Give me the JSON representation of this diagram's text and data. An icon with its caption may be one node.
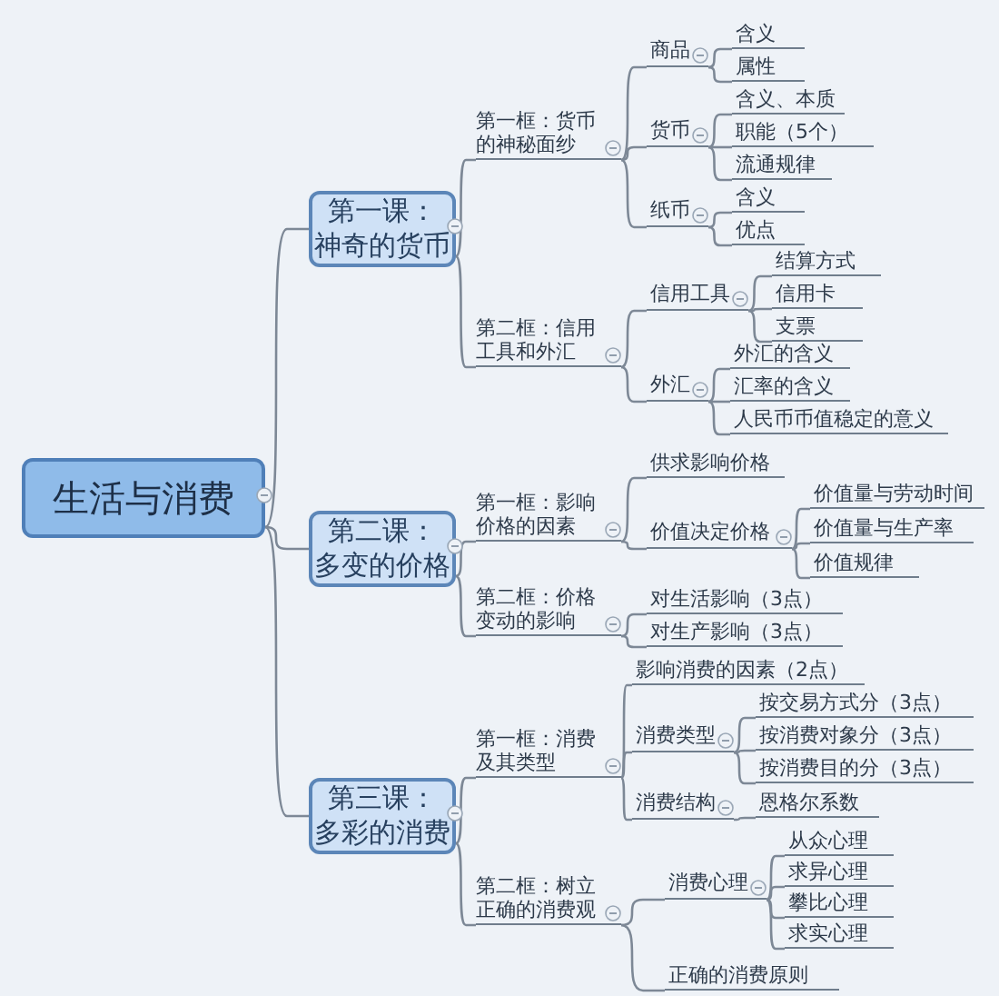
{
  "diagram": {
    "nodes": [
      {
        "text": [
          "生活与消费"
        ]
      },
      {
        "text": [
          "第一课：",
          "神奇的货币"
        ]
      },
      {
        "text": [
          "第一框：货币的神秘面纱"
        ]
      },
      {
        "text": [
          "商品"
        ]
      },
      {
        "text": [
          "含义"
        ]
      },
      {
        "text": [
          "属性"
        ]
      },
      {
        "text": [
          "货币"
        ]
      },
      {
        "text": [
          "含义、本质"
        ]
      },
      {
        "text": [
          "职能（5个）"
        ]
      },
      {
        "text": [
          "流通规律"
        ]
      },
      {
        "text": [
          "纸币"
        ]
      },
      {
        "text": [
          "含义"
        ]
      },
      {
        "text": [
          "优点"
        ]
      },
      {
        "text": [
          "第二框：信用工具和外汇"
        ]
      },
      {
        "text": [
          "信用工具"
        ]
      },
      {
        "text": [
          "结算方式"
        ]
      },
      {
        "text": [
          "信用卡"
        ]
      },
      {
        "text": [
          "支票"
        ]
      },
      {
        "text": [
          "外汇"
        ]
      },
      {
        "text": [
          "外汇的含义"
        ]
      },
      {
        "text": [
          "汇率的含义"
        ]
      },
      {
        "text": [
          "人民币币值稳定的意义"
        ]
      },
      {
        "text": [
          "第二课：",
          "多变的价格"
        ]
      },
      {
        "text": [
          "第一框：影响价格的因素"
        ]
      },
      {
        "text": [
          "供求影响价格"
        ]
      },
      {
        "text": [
          "价值决定价格"
        ]
      },
      {
        "text": [
          "价值量与劳动时间"
        ]
      },
      {
        "text": [
          "价值量与生产率"
        ]
      },
      {
        "text": [
          "价值规律"
        ]
      },
      {
        "text": [
          "第二框：价格变动的影响"
        ]
      },
      {
        "text": [
          "对生活影响（3点）"
        ]
      },
      {
        "text": [
          "对生产影响（3点）"
        ]
      },
      {
        "text": [
          "第三课：",
          "多彩的消费"
        ]
      },
      {
        "text": [
          "第一框：消费及其类型"
        ]
      },
      {
        "text": [
          "影响消费的因素（2点）"
        ]
      },
      {
        "text": [
          "消费类型"
        ]
      },
      {
        "text": [
          "按交易方式分（3点）"
        ]
      },
      {
        "text": [
          "按消费对象分（3点）"
        ]
      },
      {
        "text": [
          "按消费目的分（3点）"
        ]
      },
      {
        "text": [
          "消费结构"
        ]
      },
      {
        "text": [
          "恩格尔系数"
        ]
      },
      {
        "text": [
          "第二框：树立正确的消费观"
        ]
      },
      {
        "text": [
          "消费心理"
        ]
      },
      {
        "text": [
          "从众心理"
        ]
      },
      {
        "text": [
          "求异心理"
        ]
      },
      {
        "text": [
          "攀比心理"
        ]
      },
      {
        "text": [
          "求实心理"
        ]
      },
      {
        "text": [
          "正确的消费原则"
        ]
      }
    ],
    "edges": [
      {
        "from": 0,
        "to": 1,
        "arrow": "none"
      },
      {
        "from": 1,
        "to": 2,
        "arrow": "none"
      },
      {
        "from": 2,
        "to": 3,
        "arrow": "none"
      },
      {
        "from": 3,
        "to": 4,
        "arrow": "none"
      },
      {
        "from": 3,
        "to": 5,
        "arrow": "none"
      },
      {
        "from": 2,
        "to": 6,
        "arrow": "none"
      },
      {
        "from": 6,
        "to": 7,
        "arrow": "none"
      },
      {
        "from": 6,
        "to": 8,
        "arrow": "none"
      },
      {
        "from": 6,
        "to": 9,
        "arrow": "none"
      },
      {
        "from": 2,
        "to": 10,
        "arrow": "none"
      },
      {
        "from": 10,
        "to": 11,
        "arrow": "none"
      },
      {
        "from": 10,
        "to": 12,
        "arrow": "none"
      },
      {
        "from": 1,
        "to": 13,
        "arrow": "none"
      },
      {
        "from": 13,
        "to": 14,
        "arrow": "none"
      },
      {
        "from": 14,
        "to": 15,
        "arrow": "none"
      },
      {
        "from": 14,
        "to": 16,
        "arrow": "none"
      },
      {
        "from": 14,
        "to": 17,
        "arrow": "none"
      },
      {
        "from": 13,
        "to": 18,
        "arrow": "none"
      },
      {
        "from": 18,
        "to": 19,
        "arrow": "none"
      },
      {
        "from": 18,
        "to": 20,
        "arrow": "none"
      },
      {
        "from": 18,
        "to": 21,
        "arrow": "none"
      },
      {
        "from": 0,
        "to": 22,
        "arrow": "none"
      },
      {
        "from": 22,
        "to": 23,
        "arrow": "none"
      },
      {
        "from": 23,
        "to": 24,
        "arrow": "none"
      },
      {
        "from": 23,
        "to": 25,
        "arrow": "none"
      },
      {
        "from": 25,
        "to": 26,
        "arrow": "none"
      },
      {
        "from": 25,
        "to": 27,
        "arrow": "none"
      },
      {
        "from": 25,
        "to": 28,
        "arrow": "none"
      },
      {
        "from": 22,
        "to": 29,
        "arrow": "none"
      },
      {
        "from": 29,
        "to": 30,
        "arrow": "none"
      },
      {
        "from": 29,
        "to": 31,
        "arrow": "none"
      },
      {
        "from": 0,
        "to": 32,
        "arrow": "none"
      },
      {
        "from": 32,
        "to": 33,
        "arrow": "none"
      },
      {
        "from": 33,
        "to": 34,
        "arrow": "none"
      },
      {
        "from": 33,
        "to": 35,
        "arrow": "none"
      },
      {
        "from": 35,
        "to": 36,
        "arrow": "none"
      },
      {
        "from": 35,
        "to": 37,
        "arrow": "none"
      },
      {
        "from": 35,
        "to": 38,
        "arrow": "none"
      },
      {
        "from": 33,
        "to": 39,
        "arrow": "none"
      },
      {
        "from": 39,
        "to": 40,
        "arrow": "none"
      },
      {
        "from": 32,
        "to": 41,
        "arrow": "none"
      },
      {
        "from": 41,
        "to": 42,
        "arrow": "none"
      },
      {
        "from": 42,
        "to": 43,
        "arrow": "none"
      },
      {
        "from": 42,
        "to": 44,
        "arrow": "none"
      },
      {
        "from": 42,
        "to": 45,
        "arrow": "none"
      },
      {
        "from": 42,
        "to": 46,
        "arrow": "none"
      },
      {
        "from": 41,
        "to": 47,
        "arrow": "none"
      }
    ]
  }
}
